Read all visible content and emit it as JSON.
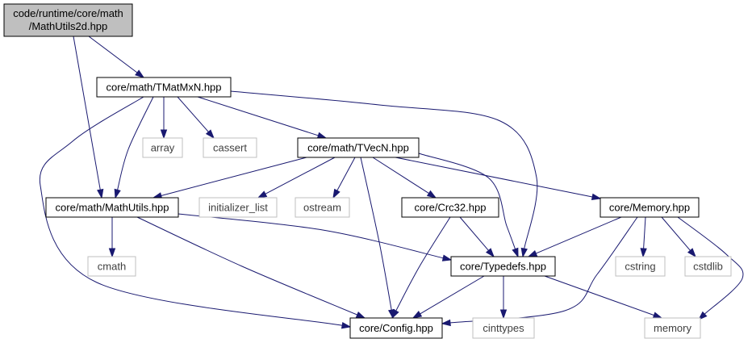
{
  "colors": {
    "edge": "#191970",
    "focus_fill": "#bfbfbf",
    "node_border": "#000000",
    "system_border": "#bfbfbf",
    "node_fill": "#ffffff",
    "system_text": "#3f3f3f",
    "node_text": "#000000"
  },
  "nodes": {
    "mathutils2d": {
      "line1": "code/runtime/core/math",
      "line2": "/MathUtils2d.hpp",
      "kind": "focus"
    },
    "tmatmxn": {
      "label": "core/math/TMatMxN.hpp",
      "kind": "project"
    },
    "array": {
      "label": "array",
      "kind": "system"
    },
    "cassert": {
      "label": "cassert",
      "kind": "system"
    },
    "tvecn": {
      "label": "core/math/TVecN.hpp",
      "kind": "project"
    },
    "mathutils": {
      "label": "core/math/MathUtils.hpp",
      "kind": "project"
    },
    "initializer_list": {
      "label": "initializer_list",
      "kind": "system"
    },
    "ostream": {
      "label": "ostream",
      "kind": "system"
    },
    "crc32": {
      "label": "core/Crc32.hpp",
      "kind": "project"
    },
    "memory_hpp": {
      "label": "core/Memory.hpp",
      "kind": "project"
    },
    "cmath": {
      "label": "cmath",
      "kind": "system"
    },
    "typedefs": {
      "label": "core/Typedefs.hpp",
      "kind": "project"
    },
    "cstring": {
      "label": "cstring",
      "kind": "system"
    },
    "cstdlib": {
      "label": "cstdlib",
      "kind": "system"
    },
    "config": {
      "label": "core/Config.hpp",
      "kind": "project"
    },
    "cinttypes": {
      "label": "cinttypes",
      "kind": "system"
    },
    "memory": {
      "label": "memory",
      "kind": "system"
    }
  },
  "edges": [
    [
      "mathutils2d",
      "tmatmxn"
    ],
    [
      "mathutils2d",
      "mathutils"
    ],
    [
      "tmatmxn",
      "array"
    ],
    [
      "tmatmxn",
      "cassert"
    ],
    [
      "tmatmxn",
      "tvecn"
    ],
    [
      "tmatmxn",
      "mathutils"
    ],
    [
      "tmatmxn",
      "config"
    ],
    [
      "tmatmxn",
      "typedefs"
    ],
    [
      "tvecn",
      "mathutils"
    ],
    [
      "tvecn",
      "initializer_list"
    ],
    [
      "tvecn",
      "ostream"
    ],
    [
      "tvecn",
      "crc32"
    ],
    [
      "tvecn",
      "memory_hpp"
    ],
    [
      "tvecn",
      "typedefs"
    ],
    [
      "tvecn",
      "config"
    ],
    [
      "mathutils",
      "cmath"
    ],
    [
      "mathutils",
      "typedefs"
    ],
    [
      "mathutils",
      "config"
    ],
    [
      "crc32",
      "typedefs"
    ],
    [
      "crc32",
      "config"
    ],
    [
      "memory_hpp",
      "typedefs"
    ],
    [
      "memory_hpp",
      "cstring"
    ],
    [
      "memory_hpp",
      "cstdlib"
    ],
    [
      "memory_hpp",
      "memory"
    ],
    [
      "memory_hpp",
      "config"
    ],
    [
      "typedefs",
      "cinttypes"
    ],
    [
      "typedefs",
      "config"
    ],
    [
      "typedefs",
      "memory"
    ]
  ]
}
